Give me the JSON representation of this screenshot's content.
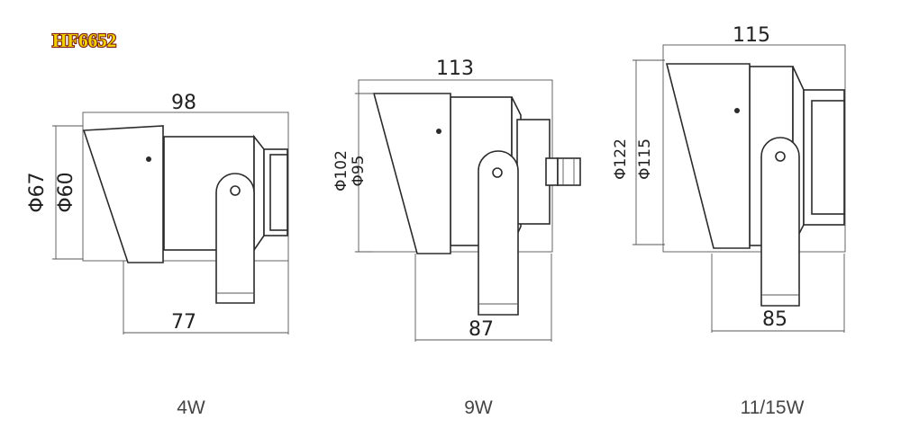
{
  "model_label": "HF6652",
  "variants": [
    {
      "caption": "4W",
      "length": "98",
      "diameter_outer": "Φ67",
      "diameter_inner": "Φ60",
      "bracket": "77"
    },
    {
      "caption": "9W",
      "length": "113",
      "diameter_outer": "Φ102",
      "diameter_inner": "Φ95",
      "bracket": "87"
    },
    {
      "caption": "11/15W",
      "length": "115",
      "diameter_outer": "Φ122",
      "diameter_inner": "Φ115",
      "bracket": "85"
    }
  ],
  "colors": {
    "model_fill": "#f0d100",
    "model_outline": "#7a1d10",
    "line": "#2b2b2b"
  }
}
